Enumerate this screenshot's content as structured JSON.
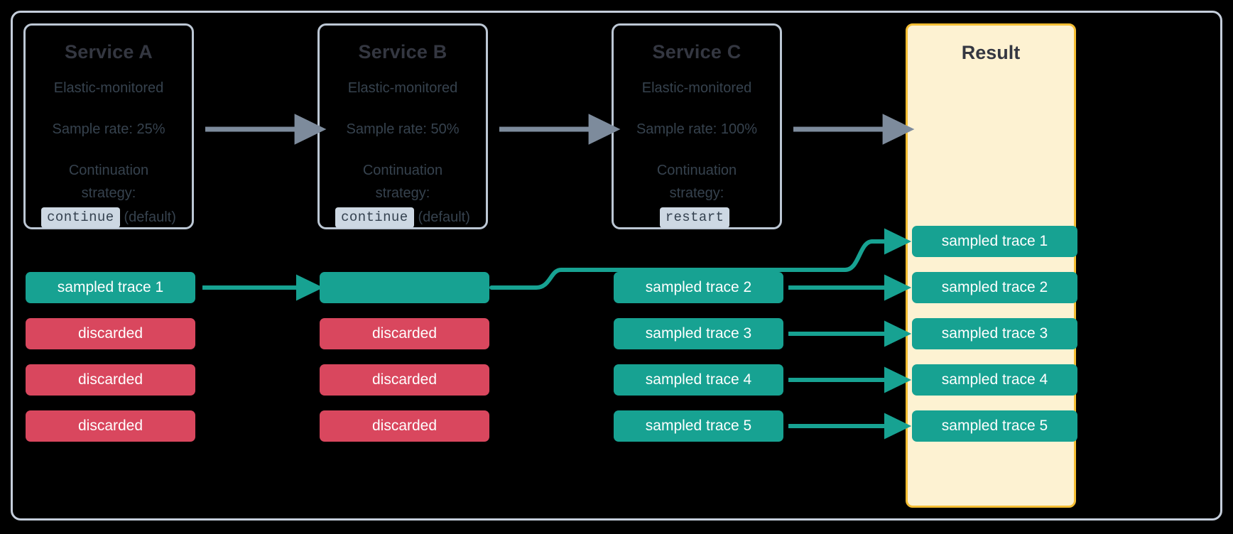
{
  "diagram": {
    "title_hidden": "",
    "colors": {
      "background": "#000000",
      "frame_border": "#C5CEDB",
      "card_border": "#BCC7D4",
      "card_text": "#36424E",
      "card_title": "#343741",
      "result_border": "#F5BE33",
      "result_fill": "#FDF2D2",
      "sampled": "#17A292",
      "discarded": "#D9475E",
      "grey_arrow": "#7D8B9C",
      "code_badge_bg": "#CDD8E3"
    }
  },
  "services": [
    {
      "name": "Service A",
      "monitored": "Elastic-monitored",
      "sample_rate": "Sample rate: 25%",
      "strategy_label_line1": "Continuation",
      "strategy_label_line2": "strategy:",
      "strategy_value": "continue",
      "strategy_suffix": "(default)"
    },
    {
      "name": "Service B",
      "monitored": "Elastic-monitored",
      "sample_rate": "Sample rate: 50%",
      "strategy_label_line1": "Continuation",
      "strategy_label_line2": "strategy:",
      "strategy_value": "continue",
      "strategy_suffix": "(default)"
    },
    {
      "name": "Service C",
      "monitored": "Elastic-monitored",
      "sample_rate": "Sample rate: 100%",
      "strategy_label_line1": "Continuation",
      "strategy_label_line2": "strategy:",
      "strategy_value": "restart",
      "strategy_suffix": ""
    }
  ],
  "result": {
    "title": "Result",
    "traces": [
      "sampled trace 1",
      "sampled trace 2",
      "sampled trace 3",
      "sampled trace 4",
      "sampled trace 5"
    ]
  },
  "columns": {
    "service_a": [
      "sampled trace 1",
      "discarded",
      "discarded",
      "discarded"
    ],
    "service_b": [
      "",
      "discarded",
      "discarded",
      "discarded"
    ],
    "service_c": [
      "sampled trace 2",
      "sampled trace 3",
      "sampled trace 4",
      "sampled trace 5"
    ]
  }
}
